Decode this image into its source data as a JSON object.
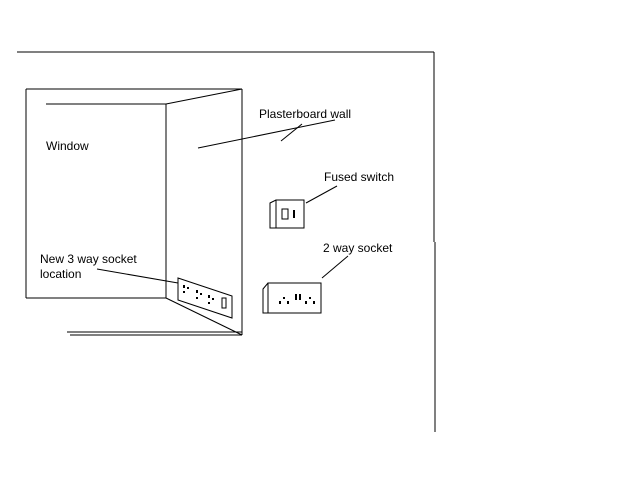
{
  "labels": {
    "window": "Window",
    "plasterboard_wall": "Plasterboard wall",
    "fused_switch": "Fused switch",
    "two_way_socket": "2 way socket",
    "new_socket_line1": "New 3 way socket",
    "new_socket_line2": "location"
  },
  "colors": {
    "background": "#ffffff",
    "ink": "#000000"
  }
}
